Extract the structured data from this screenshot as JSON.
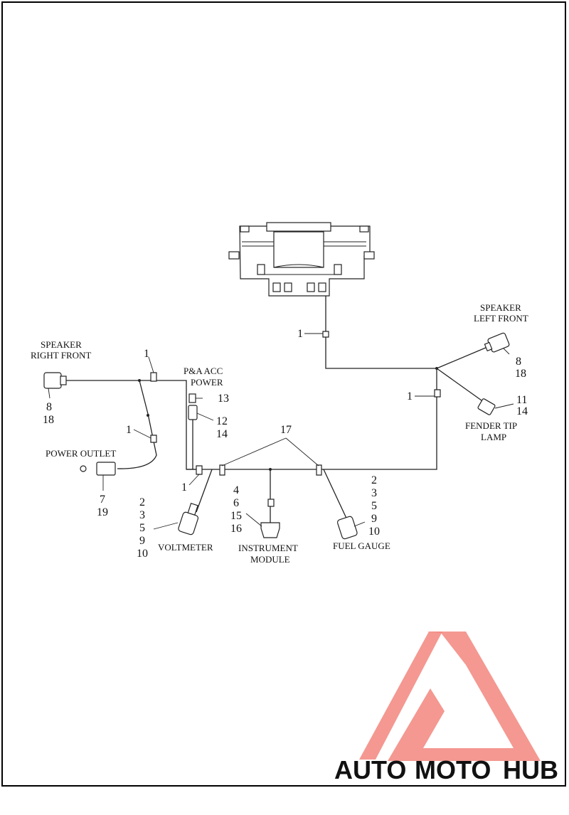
{
  "labels": {
    "speaker_right_front": [
      "SPEAKER",
      "RIGHT FRONT"
    ],
    "speaker_left_front": [
      "SPEAKER",
      "LEFT FRONT"
    ],
    "pa_acc_power": [
      "P&A ACC",
      "POWER"
    ],
    "power_outlet": "POWER OUTLET",
    "voltmeter": "VOLTMETER",
    "instrument_module": [
      "INSTRUMENT",
      "MODULE"
    ],
    "fuel_gauge": "FUEL GAUGE",
    "fender_tip_lamp": [
      "FENDER TIP",
      "LAMP"
    ]
  },
  "callouts": {
    "clip_top": "1",
    "clip_right": "1",
    "clip_left_upper": "1",
    "clip_left_mid": "1",
    "clip_bottom": "1",
    "p13": "13",
    "p12": "12",
    "p14a": "14",
    "p17": "17",
    "left_speaker": [
      "8",
      "18"
    ],
    "right_speaker": [
      "8",
      "18"
    ],
    "fender_lamp": [
      "11",
      "14"
    ],
    "power_outlet": [
      "7",
      "19"
    ],
    "voltmeter": [
      "2",
      "3",
      "5",
      "9",
      "10"
    ],
    "instrument": [
      "4",
      "6",
      "15",
      "16"
    ],
    "fuel_gauge": [
      "2",
      "3",
      "5",
      "9",
      "10"
    ]
  },
  "watermark": {
    "auto": "AUTO",
    "moto": "MOTO",
    "hub": "HUB",
    "colors": {
      "auto": "#f7c27a",
      "moto": "#f08a74",
      "hub": "#6e6e6e",
      "logo": "#f2867e"
    }
  }
}
